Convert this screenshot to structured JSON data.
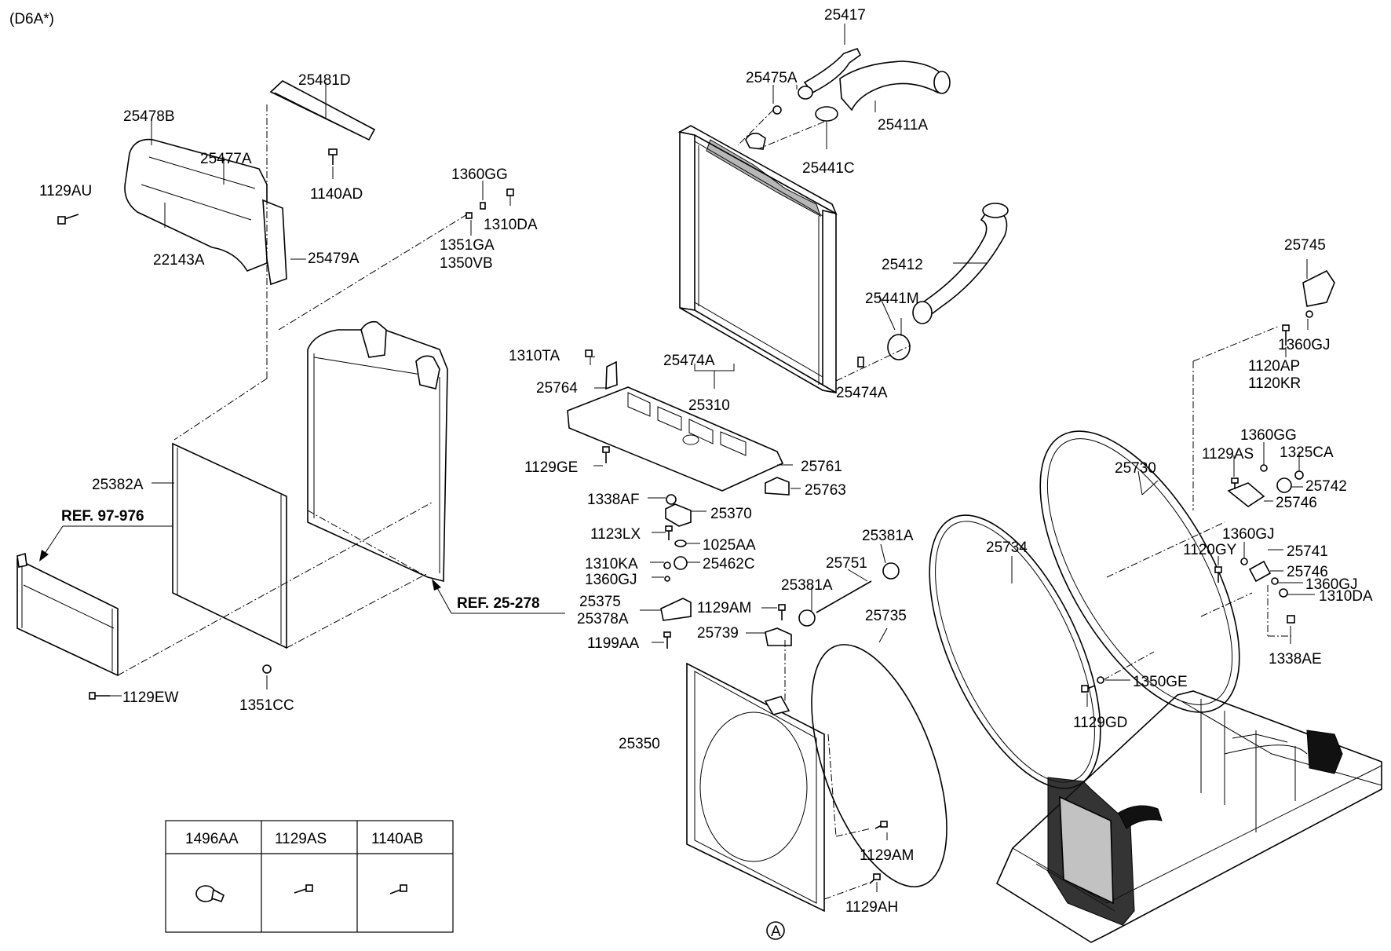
{
  "variant": "(D6A*)",
  "labels": {
    "l25417": "25417",
    "l25475A": "25475A",
    "l25411A": "25411A",
    "l25441C": "25441C",
    "l25481D": "25481D",
    "l25478B": "25478B",
    "l25477A": "25477A",
    "l1129AU": "1129AU",
    "l1140AD": "1140AD",
    "l22143A": "22143A",
    "l25479A": "25479A",
    "l1360GG_a": "1360GG",
    "l1310DA_a": "1310DA",
    "l1351GA": "1351GA",
    "l1350VB": "1350VB",
    "l25412": "25412",
    "l25441M": "25441M",
    "l25474A_top": "25474A",
    "l25310": "25310",
    "l25474A_right": "25474A",
    "l1310TA": "1310TA",
    "l25764": "25764",
    "l1129GE": "1129GE",
    "l25761": "25761",
    "l25763": "25763",
    "l1338AF": "1338AF",
    "l25370": "25370",
    "l1123LX": "1123LX",
    "l1025AA": "1025AA",
    "l1310KA": "1310KA",
    "l25462C": "25462C",
    "l1360GJ_a": "1360GJ",
    "l25375": "25375",
    "l25378A": "25378A",
    "l1199AA": "1199AA",
    "l25381A_a": "25381A",
    "l25751": "25751",
    "l25381A_b": "25381A",
    "l1129AM_a": "1129AM",
    "l25739": "25739",
    "l25735": "25735",
    "l25734": "25734",
    "l25350": "25350",
    "l1129AM_b": "1129AM",
    "l1129AH": "1129AH",
    "l25382A": "25382A",
    "l1129EW": "1129EW",
    "l1351CC": "1351CC",
    "l25745": "25745",
    "l1360GJ_b": "1360GJ",
    "l1120AP": "1120AP",
    "l1120KR": "1120KR",
    "l25730": "25730",
    "l1129AS_a": "1129AS",
    "l1360GG_b": "1360GG",
    "l1325CA": "1325CA",
    "l25742": "25742",
    "l25746_a": "25746",
    "l1360GJ_c": "1360GJ",
    "l1120GY": "1120GY",
    "l25741": "25741",
    "l25746_b": "25746",
    "l1360GJ_d": "1360GJ",
    "l1310DA_b": "1310DA",
    "l1338AE": "1338AE",
    "l1350GE": "1350GE",
    "l1129GD": "1129GD",
    "marker_A": "A"
  },
  "refs": {
    "ref_97_976": "REF. 97-976",
    "ref_25_278": "REF. 25-278"
  },
  "parts_table": {
    "headers": [
      "1496AA",
      "1129AS",
      "1140AB"
    ]
  }
}
